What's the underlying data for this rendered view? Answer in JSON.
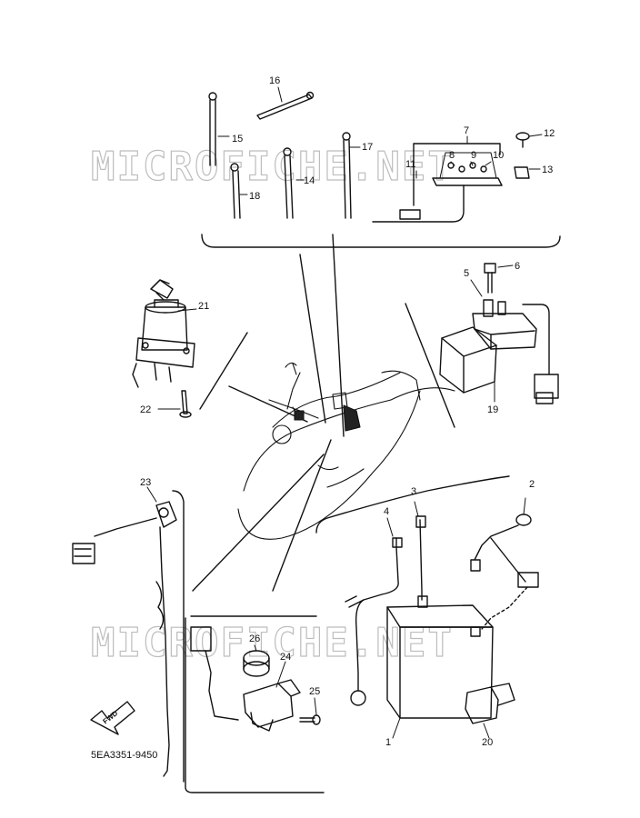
{
  "diagram": {
    "watermark_text": "MICROFICHE.NET",
    "part_code": "5EA3351-9450",
    "fwd_label": "FWD",
    "callouts": [
      "1",
      "2",
      "3",
      "4",
      "5",
      "6",
      "7",
      "8",
      "9",
      "10",
      "11",
      "12",
      "13",
      "14",
      "15",
      "16",
      "17",
      "18",
      "19",
      "20",
      "21",
      "22",
      "23",
      "24",
      "25",
      "26"
    ]
  }
}
